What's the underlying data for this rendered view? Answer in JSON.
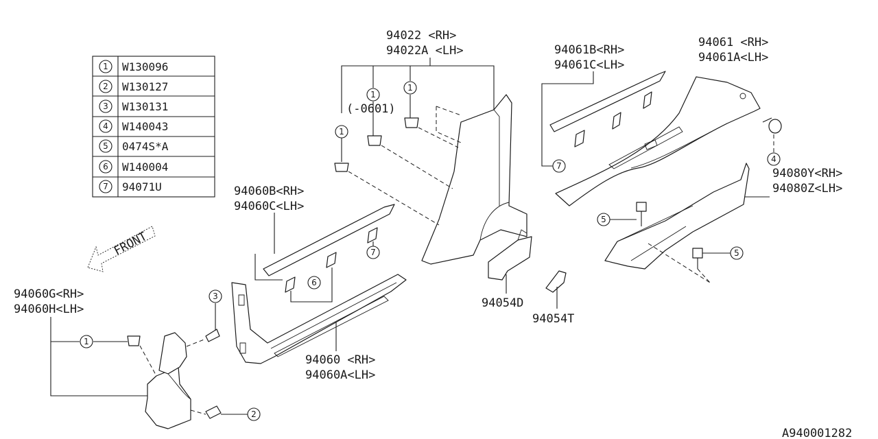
{
  "legend": [
    {
      "num": "1",
      "code": "W130096"
    },
    {
      "num": "2",
      "code": "W130127"
    },
    {
      "num": "3",
      "code": "W130131"
    },
    {
      "num": "4",
      "code": "W140043"
    },
    {
      "num": "5",
      "code": "0474S*A"
    },
    {
      "num": "6",
      "code": "W140004"
    },
    {
      "num": "7",
      "code": "94071U"
    }
  ],
  "labels": {
    "p94022_rh": "94022  <RH>",
    "p94022_lh": "94022A <LH>",
    "p94061b_rh": "94061B<RH>",
    "p94061c_lh": "94061C<LH>",
    "p94061_rh": "94061  <RH>",
    "p94061a_lh": "94061A<LH>",
    "p94060b_rh": "94060B<RH>",
    "p94060c_lh": "94060C<LH>",
    "p94080y_rh": "94080Y<RH>",
    "p94080z_lh": "94080Z<LH>",
    "p94060g_rh": "94060G<RH>",
    "p94060h_lh": "94060H<LH>",
    "p94060_rh": "94060  <RH>",
    "p94060a_lh": "94060A<LH>",
    "p94054d": "94054D",
    "p94054t": "94054T",
    "note_0601": "(-0601)",
    "front": "FRONT",
    "diagram_id": "A940001282"
  },
  "callouts": {
    "c1a": "1",
    "c1b": "1",
    "c1c": "1",
    "c1d": "1",
    "c2": "2",
    "c3": "3",
    "c4": "4",
    "c5a": "5",
    "c5b": "5",
    "c6": "6",
    "c7a": "7",
    "c7b": "7"
  }
}
